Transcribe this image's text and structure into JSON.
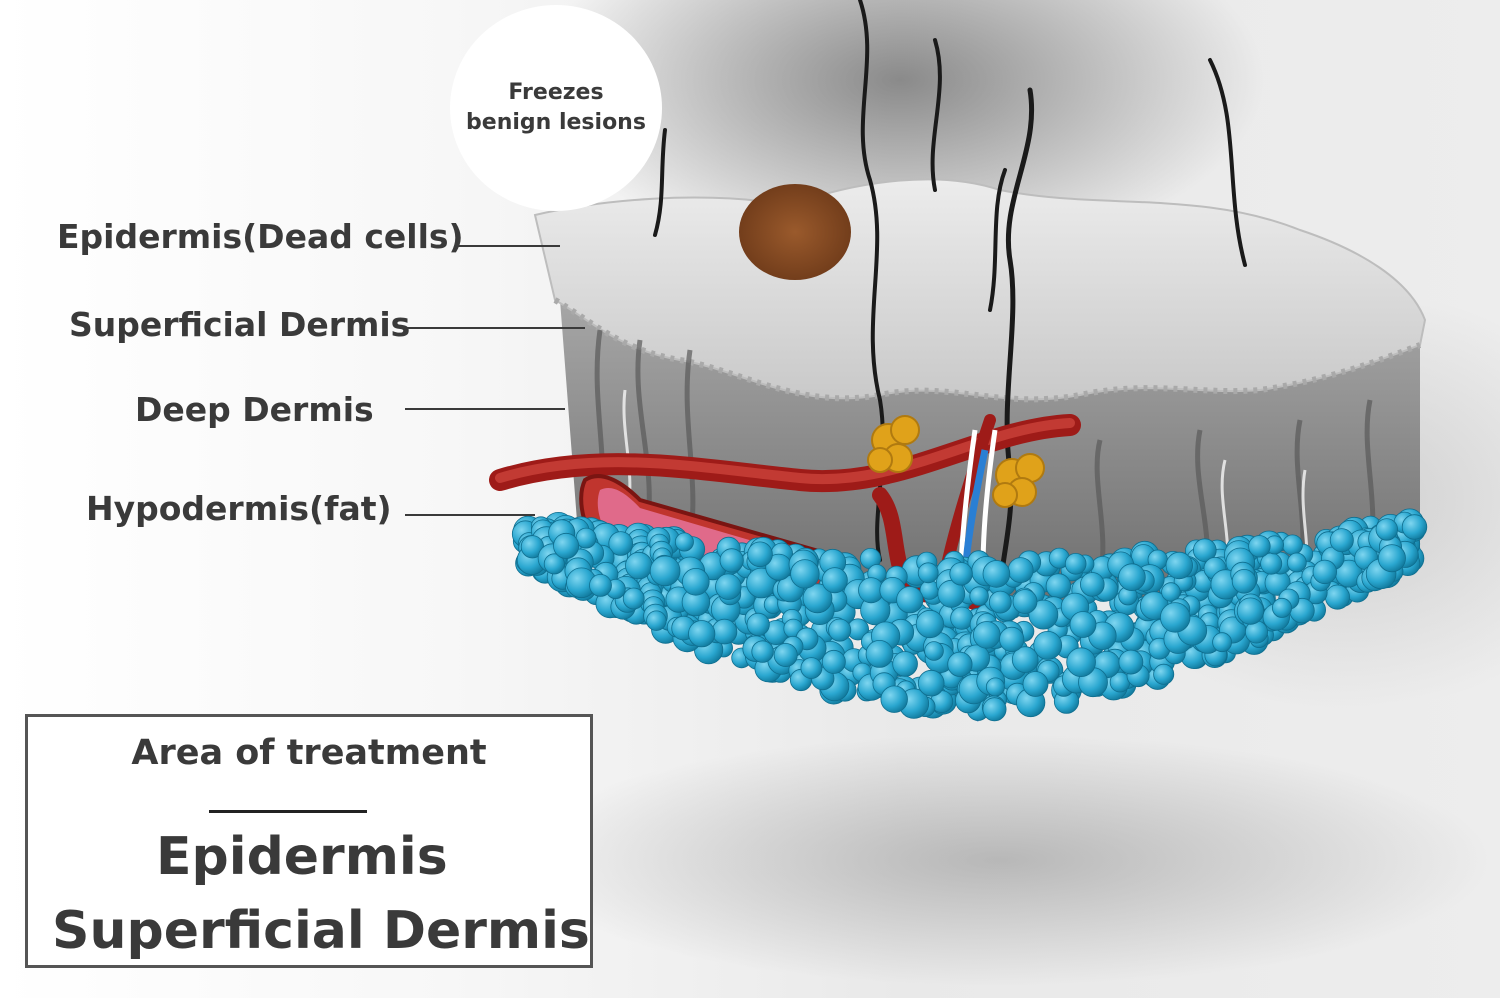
{
  "bubble": {
    "text": "Freezes\nbenign lesions"
  },
  "layers": [
    {
      "label": "Epidermis(Dead cells)"
    },
    {
      "label": "Superficial Dermis"
    },
    {
      "label": "Deep Dermis"
    },
    {
      "label": "Hypodermis(fat)"
    }
  ],
  "treatment_box": {
    "heading": "Area of treatment",
    "areas": [
      "Epidermis",
      "Superficial Dermis"
    ]
  },
  "colors": {
    "fat": "#2aa7d0",
    "vessel": "#b3201c",
    "lesion": "#8a4a22",
    "gland": "#e0a21a",
    "dermis": "#8c8c8c",
    "epidermis": "#d8d8d8"
  }
}
